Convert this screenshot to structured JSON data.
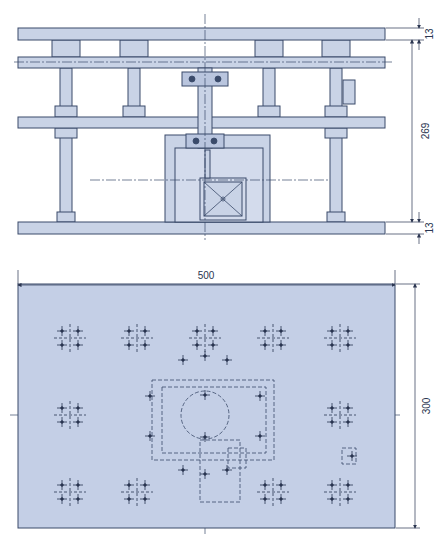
{
  "diagram": {
    "labels": [
      "13",
      "269",
      "13",
      "500",
      "300"
    ]
  }
}
